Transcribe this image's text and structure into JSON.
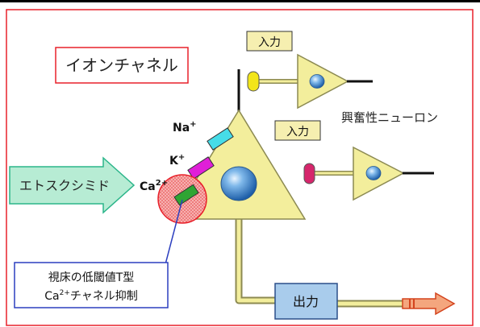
{
  "labels": {
    "ion_channel": "イオンチャネル",
    "input_top": "入力",
    "input_mid": "入力",
    "excitatory_neuron": "興奮性ニューロン",
    "na": "Na",
    "na_sup": "+",
    "k": "K",
    "k_sup": "+",
    "ca": "Ca",
    "ca_sup": "2+",
    "drug": "エトスクシミド",
    "effect_line1": "視床の低閾値T型",
    "effect_line2_ca": "Ca",
    "effect_line2_sup": "2+",
    "effect_line2_rest": "チャネル抑制",
    "output": "出力"
  },
  "colors": {
    "frame_border": "#e8202a",
    "neuron_fill": "#f3ee9c",
    "neuron_stroke": "#8c8a52",
    "label_box_fill": "#f6efb0",
    "drug_arrow_fill": "#b7ecd4",
    "drug_arrow_stroke": "#2bb58a",
    "output_box_fill": "#a9ccec",
    "output_box_stroke": "#2b4f8a",
    "na_channel": "#46dce8",
    "k_channel": "#e01fd8",
    "ca_channel": "#2fa533",
    "highlight_circle": "#f39a9a",
    "effect_box_border": "#2c3fbf",
    "input_pin_yellow": "#f2e51a",
    "input_pin_pink": "#d6266c",
    "output_arrow_fill": "#f4a67e",
    "output_arrow_stroke": "#d3431d",
    "nucleus": "#4a8fd0"
  }
}
